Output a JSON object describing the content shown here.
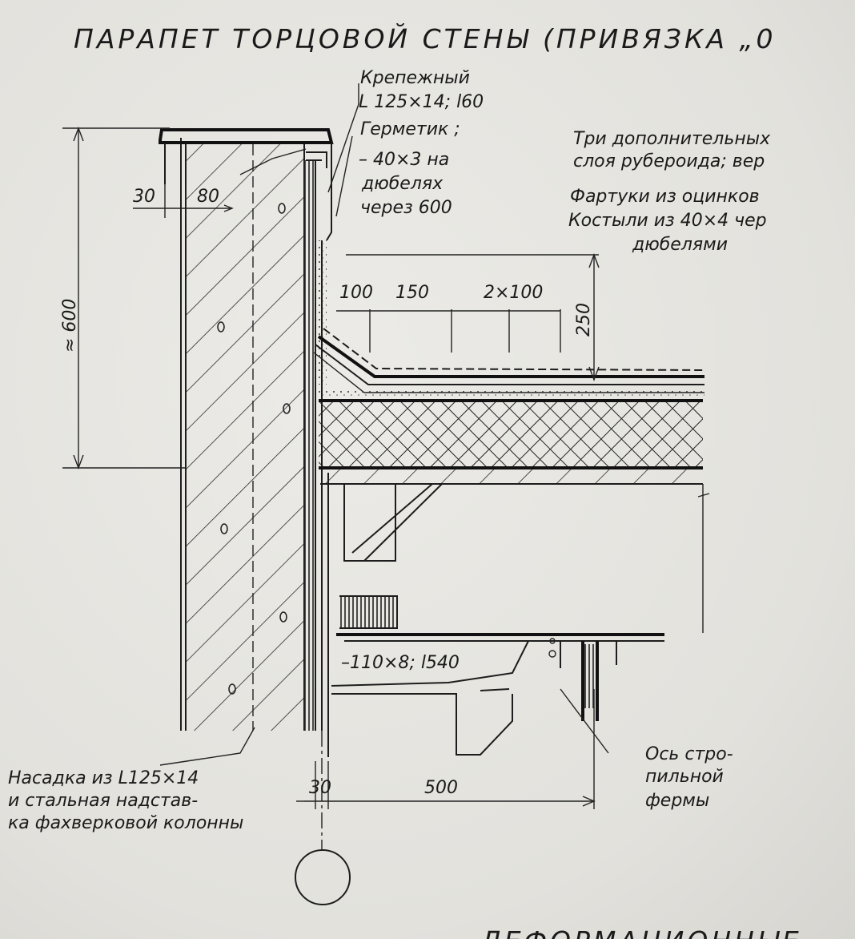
{
  "title": "ПАРАПЕТ ТОРЦОВОЙ СТЕНЫ (ПРИВЯЗКА „0",
  "labels": {
    "fastener_1": "Крепежный",
    "fastener_2": "L 125×14; l60",
    "sealant_1": "Герметик ;",
    "sealant_2": "– 40×3 на",
    "sealant_3": "дюбелях",
    "sealant_4": "через 600",
    "roofing_1": "Три дополнительных",
    "roofing_2": "слоя рубероида; вер",
    "roofing_3": "Фартуки из оцинков",
    "roofing_4": "Костыли из 40×4 чер",
    "roofing_5": "дюбелями",
    "plate": "–110×8; l540",
    "cap_1": "Насадка из L125×14",
    "cap_2": "и стальная надстав-",
    "cap_3": "ка фахверковой колонны",
    "truss_1": "Ось стро-",
    "truss_2": "пильной",
    "truss_3": "фермы",
    "bottom_fragment": "ДЕФОРМАЦИОННЫЕ"
  },
  "dimensions": {
    "d30_top": "30",
    "d80": "80",
    "d600": "≈ 600",
    "d100": "100",
    "d150": "150",
    "d2x100": "2×100",
    "d250": "250",
    "d30_bottom": "30",
    "d500": "500"
  }
}
